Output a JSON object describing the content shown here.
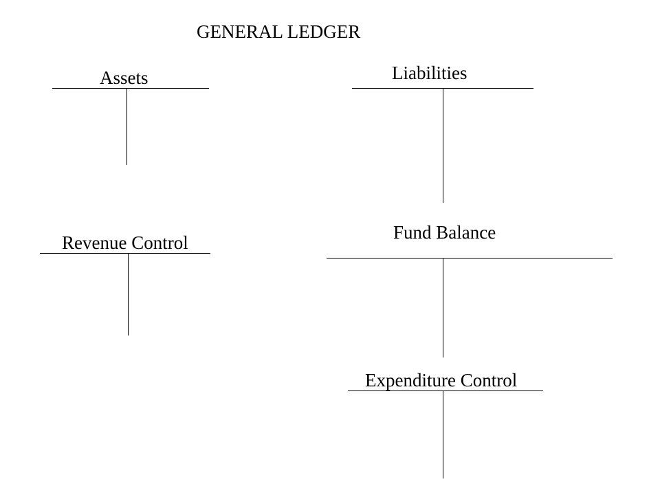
{
  "title": "GENERAL LEDGER",
  "accounts": {
    "assets": {
      "name": "Assets"
    },
    "liabilities": {
      "name": "Liabilities"
    },
    "revenue_control": {
      "name": "Revenue Control"
    },
    "fund_balance": {
      "name": "Fund Balance"
    },
    "expenditure_control": {
      "name": "Expenditure Control"
    }
  },
  "colors": {
    "text": "#000000",
    "lines": "#000000",
    "background": "#ffffff"
  }
}
